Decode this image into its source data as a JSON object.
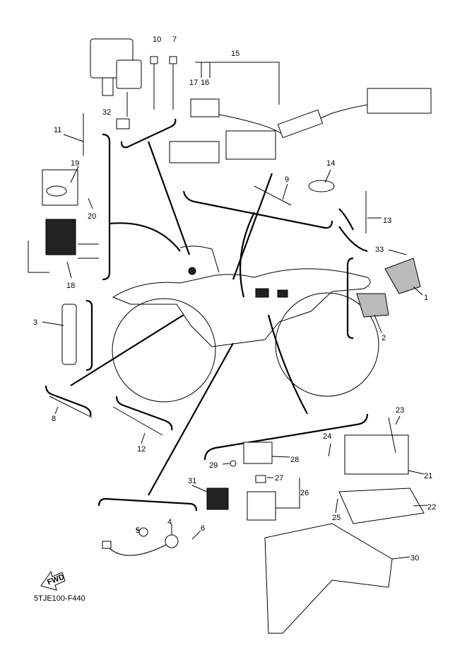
{
  "diagram_code": "5TJE100-F440",
  "fwd_label": "FWD",
  "part_numbers": {
    "p1": "1",
    "p2": "2",
    "p3": "3",
    "p4": "4",
    "p5": "5",
    "p6": "6",
    "p7": "7",
    "p8": "8",
    "p9": "9",
    "p10": "10",
    "p11": "11",
    "p12": "12",
    "p13": "13",
    "p14": "14",
    "p15": "15",
    "p16": "16",
    "p17": "17",
    "p18": "18",
    "p19": "19",
    "p20": "20",
    "p21": "21",
    "p22": "22",
    "p23": "23",
    "p24": "24",
    "p25": "25",
    "p26": "26",
    "p27": "27",
    "p28": "28",
    "p29": "29",
    "p30": "30",
    "p31": "31",
    "p32": "32",
    "p33": "33"
  }
}
